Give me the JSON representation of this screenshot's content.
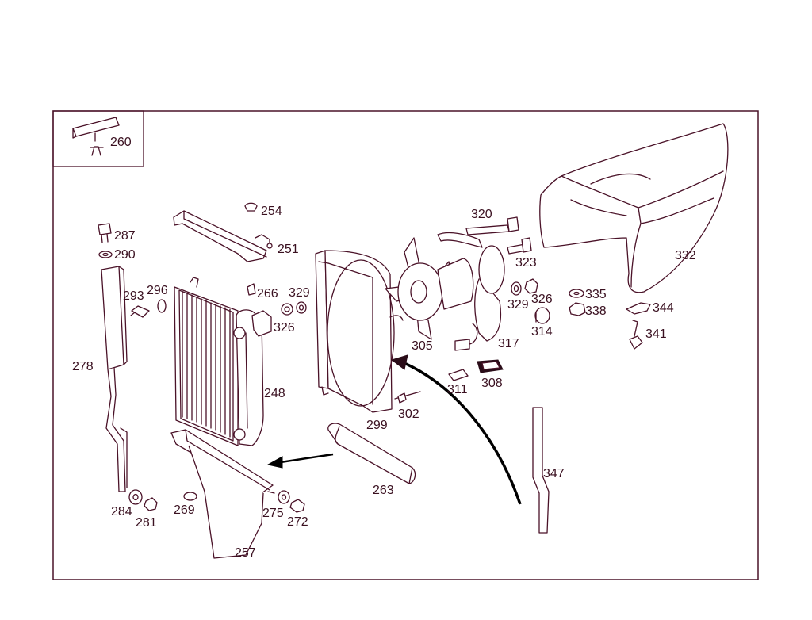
{
  "diagram": {
    "frame_color": "#4a1228",
    "label_color": "#3a1020",
    "arrow_color": "#000000",
    "inset": {
      "part": "260"
    },
    "parts": [
      {
        "id": "p254",
        "label": "254"
      },
      {
        "id": "p251",
        "label": "251"
      },
      {
        "id": "p287",
        "label": "287"
      },
      {
        "id": "p290",
        "label": "290"
      },
      {
        "id": "p293",
        "label": "293"
      },
      {
        "id": "p296",
        "label": "296"
      },
      {
        "id": "p266",
        "label": "266"
      },
      {
        "id": "p329a",
        "label": "329"
      },
      {
        "id": "p326a",
        "label": "326"
      },
      {
        "id": "p278",
        "label": "278"
      },
      {
        "id": "p248",
        "label": "248"
      },
      {
        "id": "p299",
        "label": "299"
      },
      {
        "id": "p302",
        "label": "302"
      },
      {
        "id": "p305",
        "label": "305"
      },
      {
        "id": "p320",
        "label": "320"
      },
      {
        "id": "p323",
        "label": "323"
      },
      {
        "id": "p329b",
        "label": "329"
      },
      {
        "id": "p326b",
        "label": "326"
      },
      {
        "id": "p314",
        "label": "314"
      },
      {
        "id": "p317",
        "label": "317"
      },
      {
        "id": "p311",
        "label": "311"
      },
      {
        "id": "p308",
        "label": "308"
      },
      {
        "id": "p332",
        "label": "332"
      },
      {
        "id": "p335",
        "label": "335"
      },
      {
        "id": "p338",
        "label": "338"
      },
      {
        "id": "p344",
        "label": "344"
      },
      {
        "id": "p341",
        "label": "341"
      },
      {
        "id": "p347",
        "label": "347"
      },
      {
        "id": "p263",
        "label": "263"
      },
      {
        "id": "p284",
        "label": "284"
      },
      {
        "id": "p281",
        "label": "281"
      },
      {
        "id": "p269",
        "label": "269"
      },
      {
        "id": "p275",
        "label": "275"
      },
      {
        "id": "p272",
        "label": "272"
      },
      {
        "id": "p257",
        "label": "257"
      }
    ]
  }
}
